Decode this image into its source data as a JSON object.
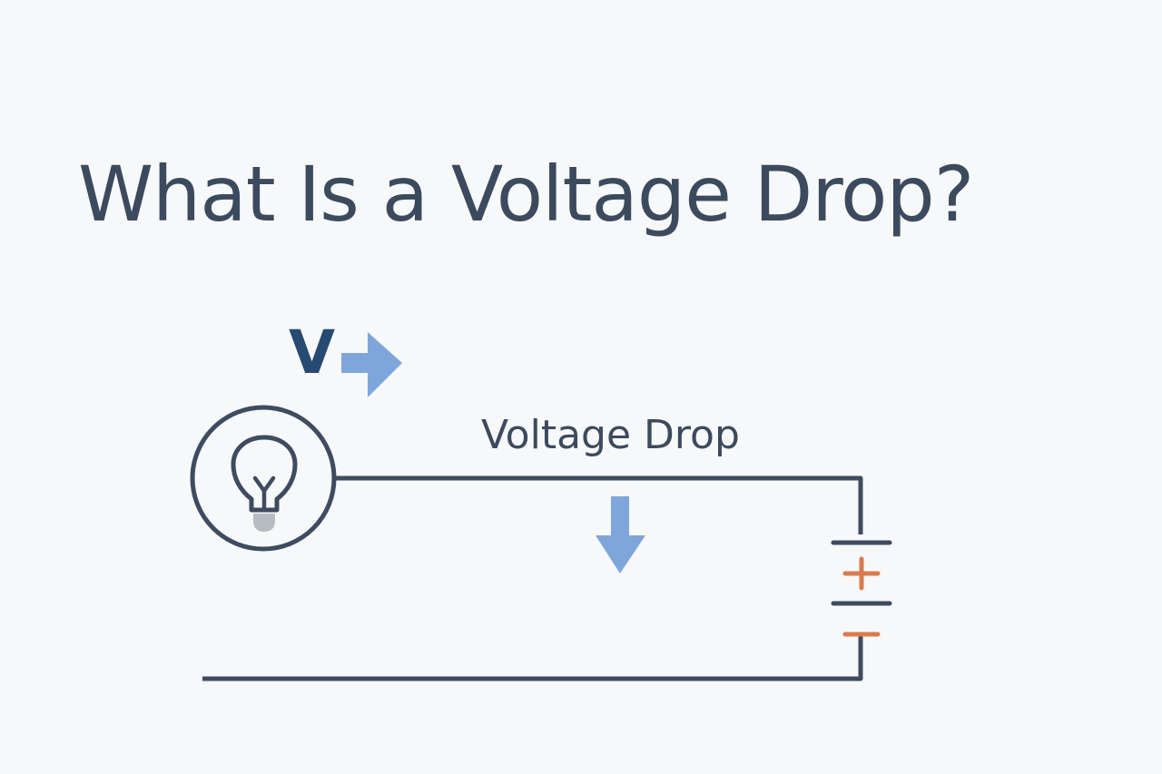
{
  "title": "What Is a Voltage Drop?",
  "voltage_symbol": "V",
  "drop_label": "Voltage Drop",
  "icons": {
    "bulb": "light-bulb-icon",
    "battery": "battery-icon",
    "arrow_right": "arrow-right-icon",
    "arrow_down": "arrow-down-icon"
  },
  "colors": {
    "background": "#f7f8f9",
    "text": "#3c4a5e",
    "voltage_symbol": "#264a72",
    "wire": "#3e4b60",
    "arrow": "#7fa6da",
    "battery_terminal": "#d97b4f",
    "bulb_base": "#b7bcc3"
  }
}
